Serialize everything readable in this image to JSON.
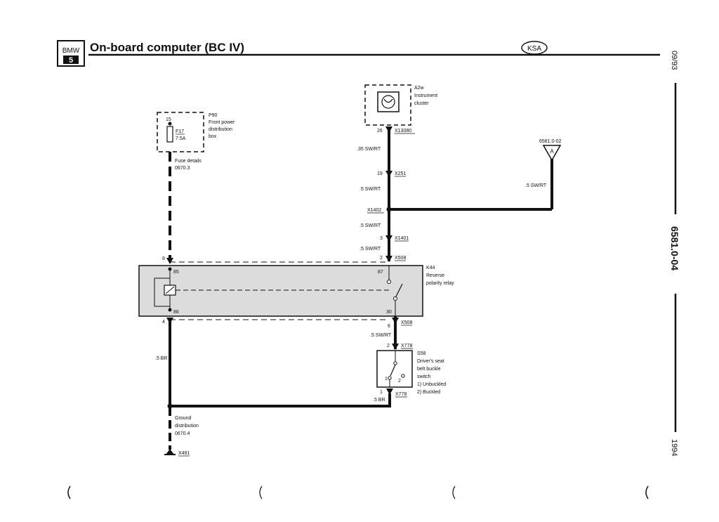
{
  "header": {
    "logo_text": "BMW",
    "logo_series": "5",
    "title": "On-board computer (BC IV)",
    "badge": "KSA"
  },
  "sidebar": {
    "date": "09/93",
    "doc_number": "6581.0-04",
    "year": "1994"
  },
  "components": {
    "fuse_box": {
      "pin": "15",
      "fuse_id": "F17",
      "fuse_rating": "7.5A",
      "code": "P90",
      "name_line1": "Front power",
      "name_line2": "distribution",
      "name_line3": "box",
      "details_line1": "Fuse details",
      "details_line2": "0670.3"
    },
    "instrument_cluster": {
      "code": "A2w",
      "name_line1": "Instrument",
      "name_line2": "cluster",
      "pin": "26",
      "connector": "X13080"
    },
    "reference": {
      "id": "6581.0-02",
      "letter": "A",
      "wire": ".5 SW/RT"
    },
    "relay": {
      "code": "K44",
      "name_line1": "Reverse",
      "name_line2": "polarity relay",
      "pin85": "85",
      "pin86": "86",
      "pin87": "87",
      "pin30": "30"
    },
    "seat_switch": {
      "code": "S58",
      "name_line1": "Driver's seat",
      "name_line2": "belt buckle",
      "name_line3": "switch",
      "state1": "1)   Unbuckled",
      "state2": "2)   Buckled",
      "contact1": "1",
      "contact2": "2"
    },
    "ground": {
      "line1": "Ground",
      "line2": "distribution",
      "line3": "0670.4",
      "connector": "X491"
    }
  },
  "wires": {
    "w1": ".35 SW/RT",
    "w2": ".5 SW/RT",
    "w3": ".5 SW/RT",
    "w4": ".5 SW/RT",
    "w5": ".5 SW/RT",
    "w_br1": ".5 BR",
    "w_br2": ".5 BR"
  },
  "connectors": {
    "x251_pin": "19",
    "x251": "X251",
    "x1402": "X1402",
    "x1401_pin": "3",
    "x1401": "X1401",
    "x508_top_pin": "2",
    "x508_top": "X508",
    "x508_bot_pin": "6",
    "x508_bot": "X508",
    "x778_top_pin": "2",
    "x778_top": "X778",
    "x778_bot_pin": "1",
    "x778_bot": "X778",
    "relay_left_top_pin": "8",
    "relay_left_bot_pin": "4"
  }
}
